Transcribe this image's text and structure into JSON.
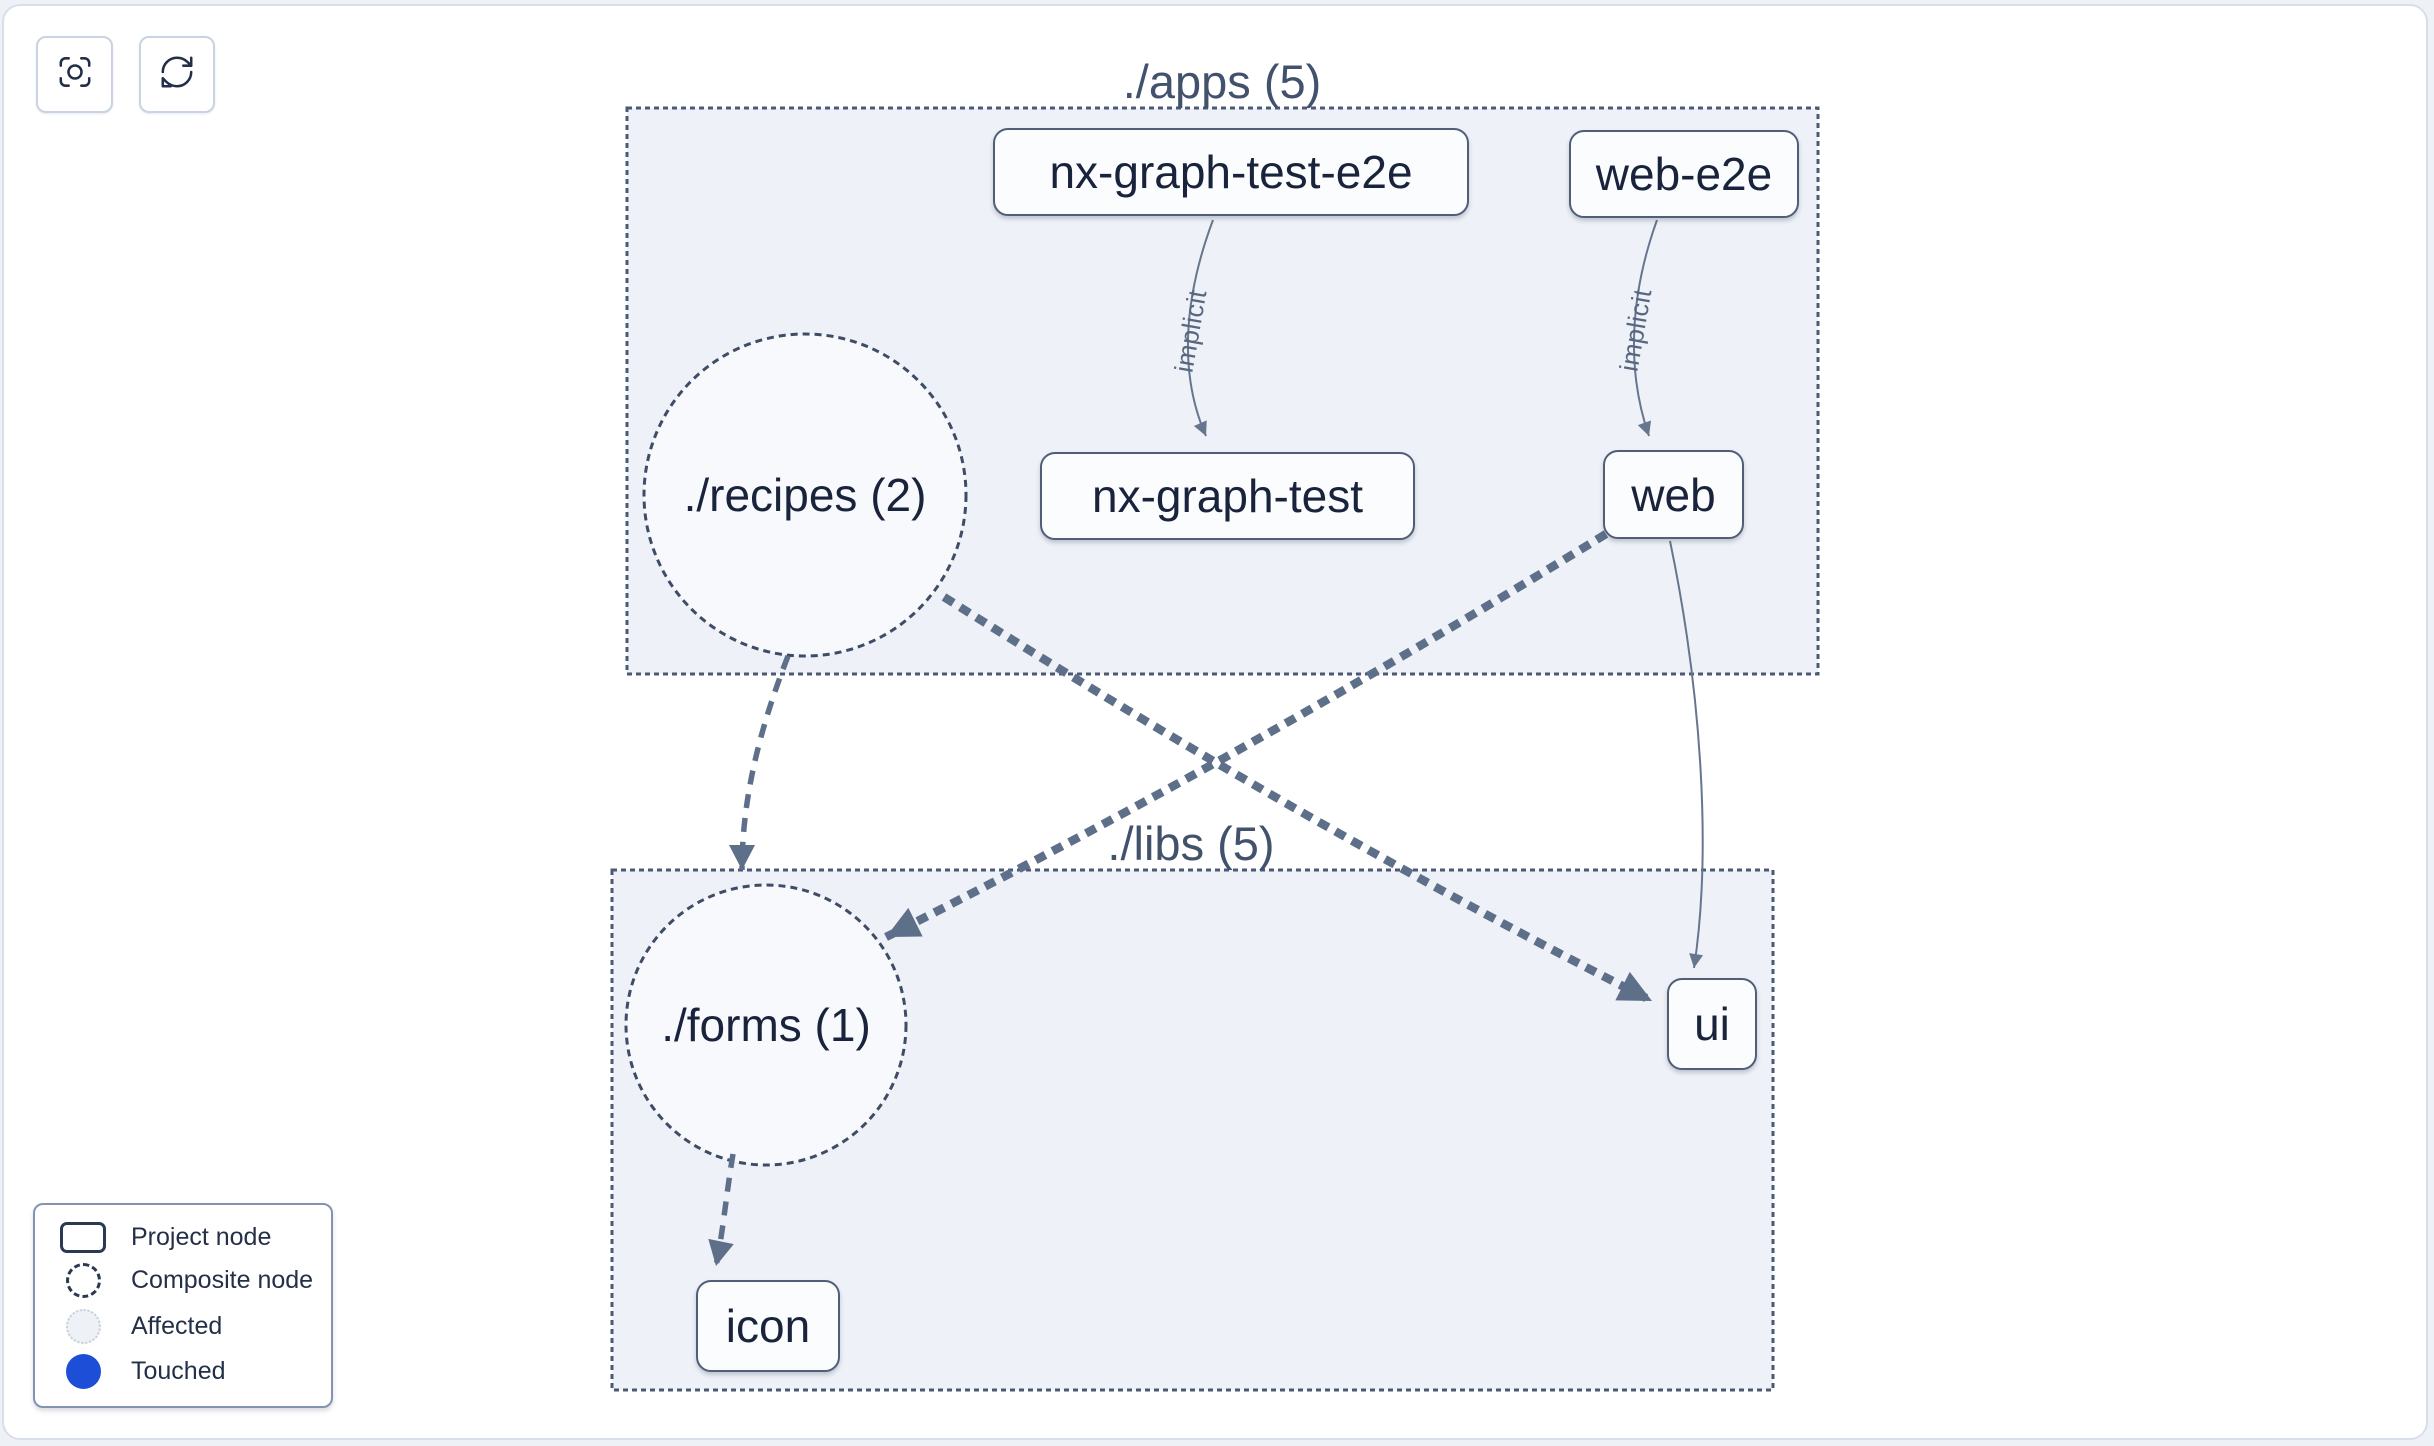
{
  "toolbar": {
    "buttons": [
      {
        "name": "focus",
        "icon": "focus-icon"
      },
      {
        "name": "refresh",
        "icon": "refresh-icon"
      }
    ]
  },
  "graph": {
    "groups": [
      {
        "label": "./apps (5)"
      },
      {
        "label": "./libs (5)"
      }
    ],
    "nodes": [
      {
        "label": "nx-graph-test-e2e",
        "type": "project"
      },
      {
        "label": "web-e2e",
        "type": "project"
      },
      {
        "label": "./recipes (2)",
        "type": "composite"
      },
      {
        "label": "nx-graph-test",
        "type": "project"
      },
      {
        "label": "web",
        "type": "project"
      },
      {
        "label": "./forms (1)",
        "type": "composite"
      },
      {
        "label": "ui",
        "type": "project"
      },
      {
        "label": "icon",
        "type": "project"
      }
    ],
    "edge_labels": {
      "implicit": "implicit"
    }
  },
  "legend": {
    "items": [
      {
        "label": "Project node"
      },
      {
        "label": "Composite node"
      },
      {
        "label": "Affected"
      },
      {
        "label": "Touched"
      }
    ]
  },
  "colors": {
    "touched_blue": "#1d4ed8",
    "edge": "#5e6f89",
    "group_fill": "#eef1f7",
    "node_fill": "#fbfcfe"
  }
}
